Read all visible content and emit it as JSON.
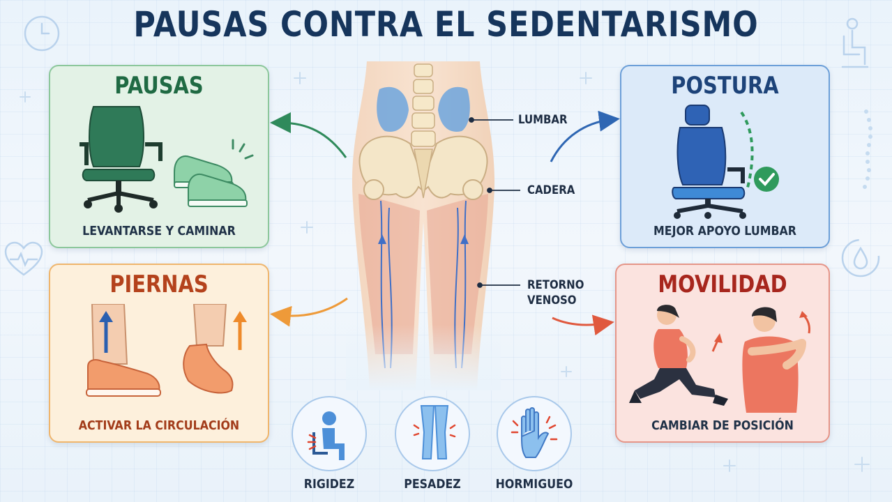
{
  "title": "PAUSAS CONTRA EL SEDENTARISMO",
  "cards": {
    "pausas": {
      "title": "PAUSAS",
      "caption": "LEVANTARSE Y CAMINAR",
      "color": "#1f6a43"
    },
    "postura": {
      "title": "POSTURA",
      "caption": "MEJOR APOYO LUMBAR",
      "color": "#1d4379"
    },
    "piernas": {
      "title": "PIERNAS",
      "caption": "ACTIVAR LA CIRCULACIÓN",
      "color": "#b4421c"
    },
    "movilidad": {
      "title": "MOVILIDAD",
      "caption": "CAMBIAR DE POSICIÓN",
      "color": "#a7261d"
    }
  },
  "anatomy_labels": {
    "lumbar": "LUMBAR",
    "cadera": "CADERA",
    "retorno_line1": "RETORNO",
    "retorno_line2": "VENOSO"
  },
  "symptoms": [
    {
      "label": "RIGIDEZ",
      "icon": "seated-person-icon"
    },
    {
      "label": "PESADEZ",
      "icon": "heavy-legs-icon"
    },
    {
      "label": "HORMIGUEO",
      "icon": "tingling-hand-icon"
    }
  ],
  "decor_icons": [
    "clock-icon",
    "seated-person-icon",
    "heart-pulse-icon",
    "water-drop-icon"
  ]
}
